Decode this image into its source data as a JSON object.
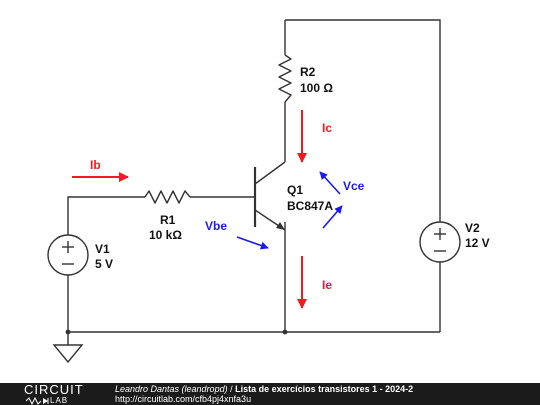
{
  "components": {
    "r2": {
      "name": "R2",
      "value": "100 Ω"
    },
    "r1": {
      "name": "R1",
      "value": "10 kΩ"
    },
    "q1": {
      "name": "Q1",
      "part": "BC847A"
    },
    "v1": {
      "name": "V1",
      "value": "5 V"
    },
    "v2": {
      "name": "V2",
      "value": "12 V"
    }
  },
  "annotations": {
    "ib": "Ib",
    "ic": "Ic",
    "ie": "Ie",
    "vbe": "Vbe",
    "vce": "Vce"
  },
  "colors": {
    "wire": "#333333",
    "current_arrow": "#ee1c1c",
    "voltage_arrow": "#1a1aee",
    "label_text": "#111111",
    "footer_bg": "#1b1b1b"
  },
  "footer": {
    "logo_top": "CIRCUIT",
    "logo_bottom": "LAB",
    "author": "Leandro Dantas (leandropd)",
    "separator": " / ",
    "title": "Lista de exercícios transistores 1 - 2024-2",
    "url": "http://circuitlab.com/cfb4pj4xnfa3u"
  }
}
